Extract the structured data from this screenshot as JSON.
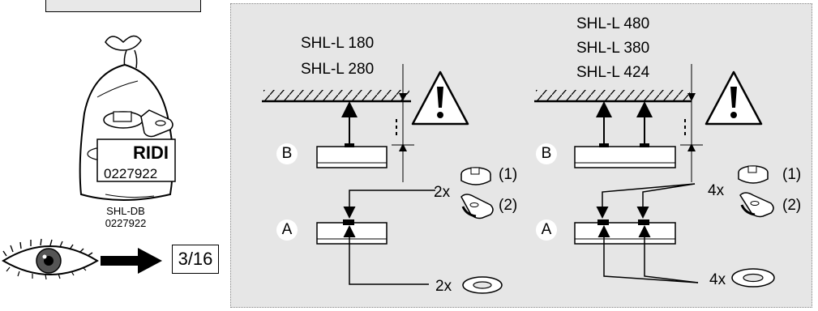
{
  "bag": {
    "brand": "RIDI",
    "code": "0227922"
  },
  "product": {
    "name": "SHL-DB",
    "code": "0227922"
  },
  "page_ref": "3/16",
  "left_group": {
    "models": [
      "SHL-L 180",
      "SHL-L 280"
    ],
    "label_b": "B",
    "label_a": "A",
    "qty_top": "2x",
    "qty_bottom": "2x",
    "part1": "(1)",
    "part2": "(2)"
  },
  "right_group": {
    "models": [
      "SHL-L 480",
      "SHL-L 380",
      "SHL-L 424"
    ],
    "label_b": "B",
    "label_a": "A",
    "qty_top": "4x",
    "qty_bottom": "4x",
    "part1": "(1)",
    "part2": "(2)"
  },
  "icons": {
    "warning": "warning-triangle-icon",
    "eye": "eye-icon",
    "arrow": "right-arrow-icon"
  }
}
